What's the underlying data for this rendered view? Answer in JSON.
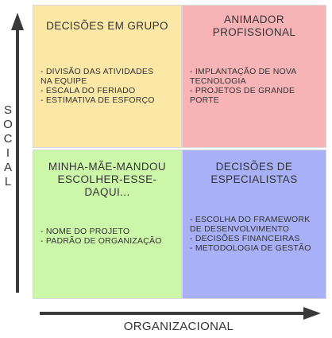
{
  "colors": {
    "top_left": "#fbe8a6",
    "top_right": "#f7b4b6",
    "bottom_left": "#ccf7a8",
    "bottom_right": "#a8b0f8",
    "axis": "#3a3a3a",
    "text": "#333333"
  },
  "axes": {
    "y_label": "S\nO\nC\nI\nA\nL",
    "x_label": "ORGANIZACIONAL"
  },
  "quadrants": {
    "top_left": {
      "title": "DECISÕES EM GRUPO",
      "items": [
        "- DIVISÃO DAS ATIVIDADES\n  NA EQUIPE",
        "- ESCALA DO FERIADO",
        "- ESTIMATIVA DE ESFORÇO"
      ]
    },
    "top_right": {
      "title": "ANIMADOR\nPROFISSIONAL",
      "items": [
        "- IMPLANTAÇÃO DE NOVA\n  TECNOLOGIA",
        "- PROJETOS DE GRANDE\n  PORTE"
      ]
    },
    "bottom_left": {
      "title": "MINHA-MÃE-MANDOU\nESCOLHER-ESSE-DAQUI...",
      "items": [
        "- NOME DO PROJETO",
        "- PADRÃO DE ORGANIZAÇÃO"
      ]
    },
    "bottom_right": {
      "title": "DECISÕES DE\nESPECIALISTAS",
      "items": [
        "- ESCOLHA DO FRAMEWORK\n  DE DESENVOLVIMENTO",
        "- DECISÕES FINANCEIRAS",
        "- METODOLOGIA DE GESTÃO"
      ]
    }
  }
}
